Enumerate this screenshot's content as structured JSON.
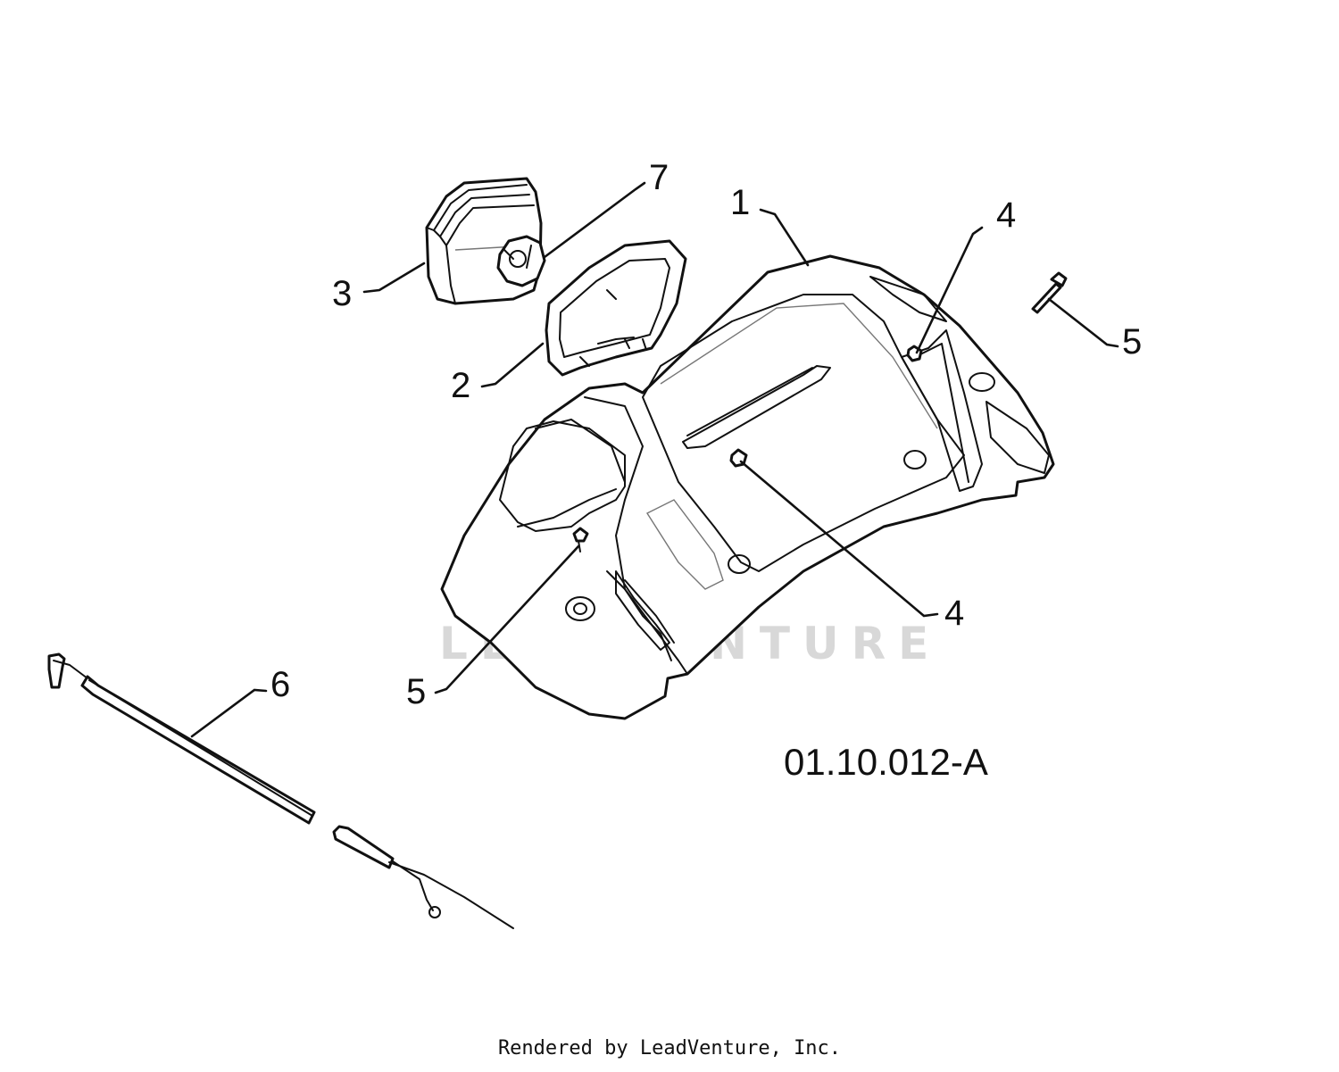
{
  "diagram": {
    "reference_code": "01.10.012-A",
    "watermark": "LEADVENTURE",
    "footer": "Rendered by LeadVenture, Inc.",
    "callouts": [
      {
        "label": "1",
        "part": "hood"
      },
      {
        "label": "2",
        "part": "headlight-bezel"
      },
      {
        "label": "3",
        "part": "headlight"
      },
      {
        "label": "4",
        "part": "plug-right"
      },
      {
        "label": "4",
        "part": "plug-center"
      },
      {
        "label": "5",
        "part": "screw-right"
      },
      {
        "label": "5",
        "part": "screw-left"
      },
      {
        "label": "6",
        "part": "cable"
      },
      {
        "label": "7",
        "part": "bulb-socket"
      }
    ]
  }
}
